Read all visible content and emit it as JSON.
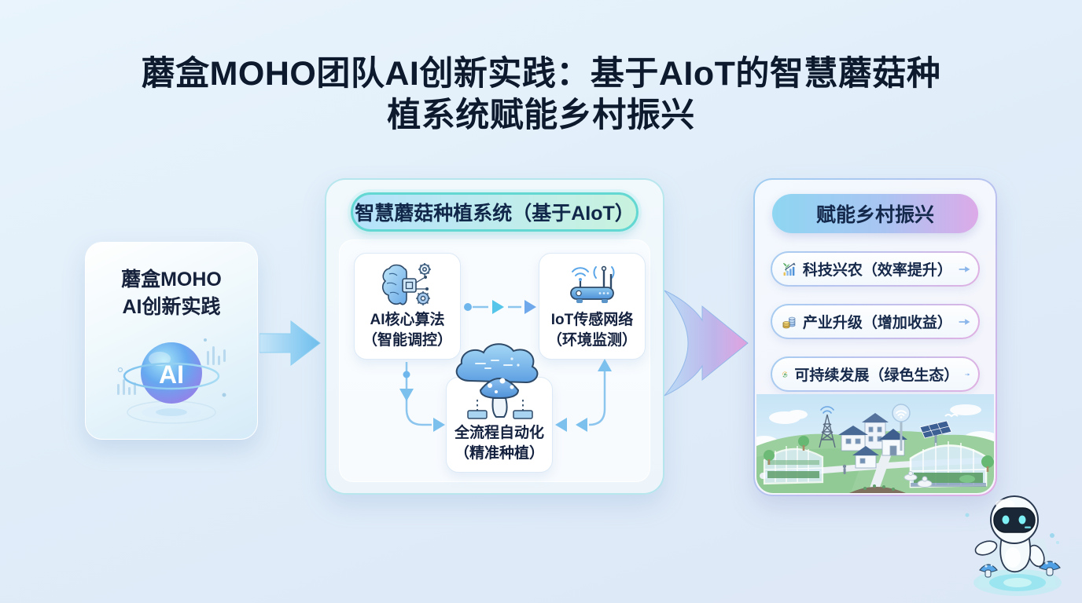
{
  "title": {
    "line1": "蘑盒MOHO团队AI创新实践：基于AIoT的智慧蘑菇种",
    "line2": "植系统赋能乡村振兴"
  },
  "left_card": {
    "name_line1": "蘑盒MOHO",
    "name_line2": "AI创新实践",
    "orb_label": "AI",
    "orb_icon": "ai-sphere-icon"
  },
  "middle_card": {
    "header": "智慧蘑菇种植系统（基于AIoT）",
    "nodes": [
      {
        "icon": "ai-brain-chip-icon",
        "line1": "AI核心算法",
        "line2": "（智能调控）"
      },
      {
        "icon": "iot-router-icon",
        "line1": "IoT传感网络",
        "line2": "（环境监测）"
      },
      {
        "icon": "cloud-mushroom-icon",
        "line1": "全流程自动化",
        "line2": "（精准种植）"
      }
    ]
  },
  "right_card": {
    "header": "赋能乡村振兴",
    "rows": [
      {
        "icon": "growth-chart-icon",
        "label": "科技兴农（效率提升）"
      },
      {
        "icon": "coins-icon",
        "label": "产业升级（增加收益）"
      },
      {
        "icon": "eco-cycle-icon",
        "label": "可持续发展（绿色生态）"
      }
    ],
    "illustration": "smart-farm-village-illustration"
  },
  "mascot": "robot-mushroom-mascot",
  "colors": {
    "background_top": "#e9f4fc",
    "background_bottom": "#dde7f6",
    "title_text": "#0d1a2e",
    "mid_header_border": "#63d8d2",
    "mid_header_gradient": [
      "#b5e2fb",
      "#c9f3de"
    ],
    "right_header_gradient": [
      "#8ed6f2",
      "#dcaae8"
    ],
    "connector_blue": "#7cc0ee",
    "arrow1_fill": "#7cc4ef",
    "arrow2_gradient": [
      "#b9dcf6",
      "#e6a0e0"
    ],
    "node_text": "#15223f"
  }
}
